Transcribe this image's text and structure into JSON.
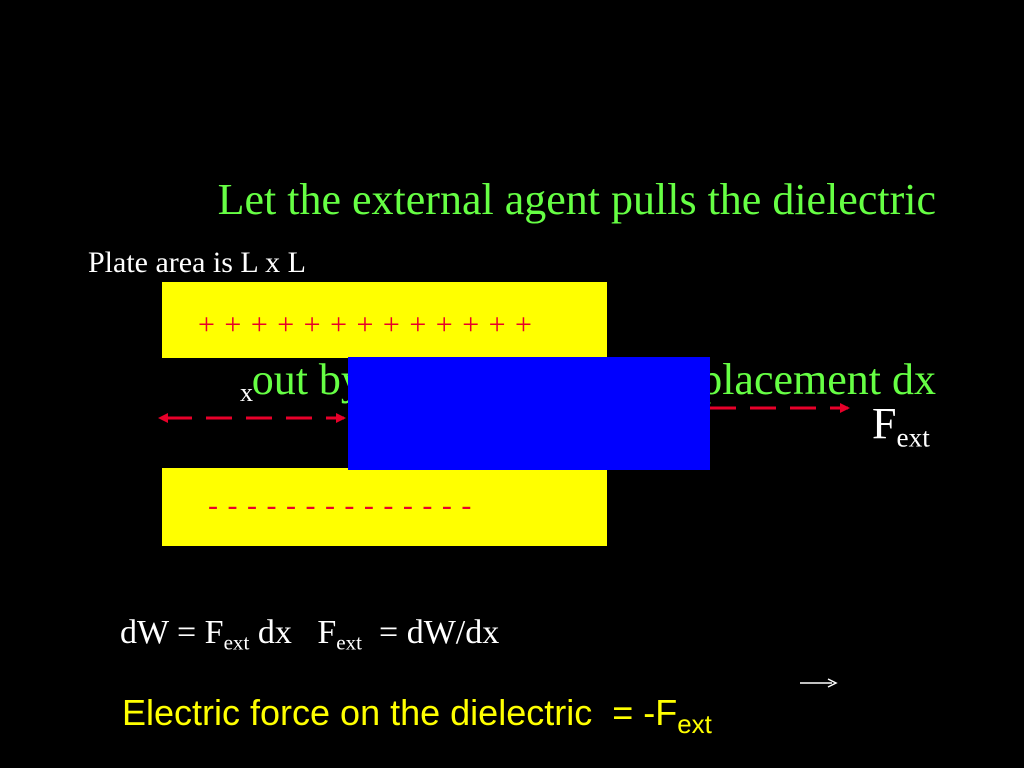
{
  "slide": {
    "title_line1": "Let the external agent pulls the dielectric",
    "title_line2": "out by a infinitesimal  displacement dx",
    "plate_label": "Plate area is L x L",
    "plus_charges": "+ + + + + + + + + + + + +",
    "minus_charges": "- - - - - - - - - - - - - -",
    "x_label": "x",
    "fext_main": "F",
    "fext_sub": "ext",
    "equation": {
      "part1": "dW = F",
      "sub1": "ext",
      "part2": " dx   F",
      "sub2": "ext",
      "part3": "  = dW/dx"
    },
    "force_text": "Electric force on the dielectric  = -F",
    "force_sub": "ext"
  },
  "colors": {
    "background": "#000000",
    "title": "#66ff44",
    "plate": "#ffff00",
    "dielectric": "#0000ff",
    "charges": "#e8002a",
    "arrows": "#e8002a",
    "text": "#ffffff",
    "force_text": "#ffff00"
  }
}
